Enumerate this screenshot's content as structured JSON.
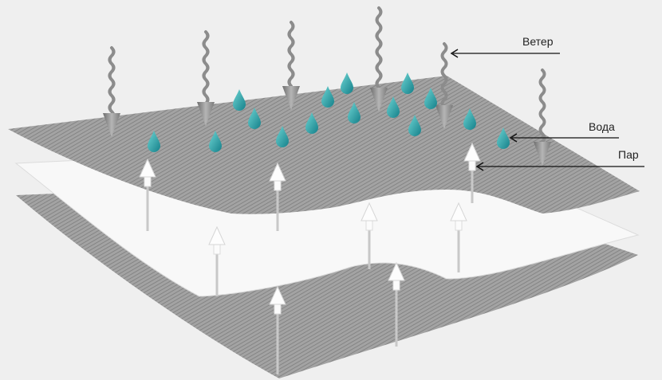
{
  "labels": {
    "wind": "Ветер",
    "water": "Вода",
    "vapor": "Пар"
  },
  "colors": {
    "background": "#efefef",
    "fabric": "#9a9a9a",
    "membrane": "#f7f7f7",
    "water_drop": "#2aa6a8",
    "wind_arrow": "#8a8a8a",
    "vapor_arrow": "#ffffff"
  }
}
